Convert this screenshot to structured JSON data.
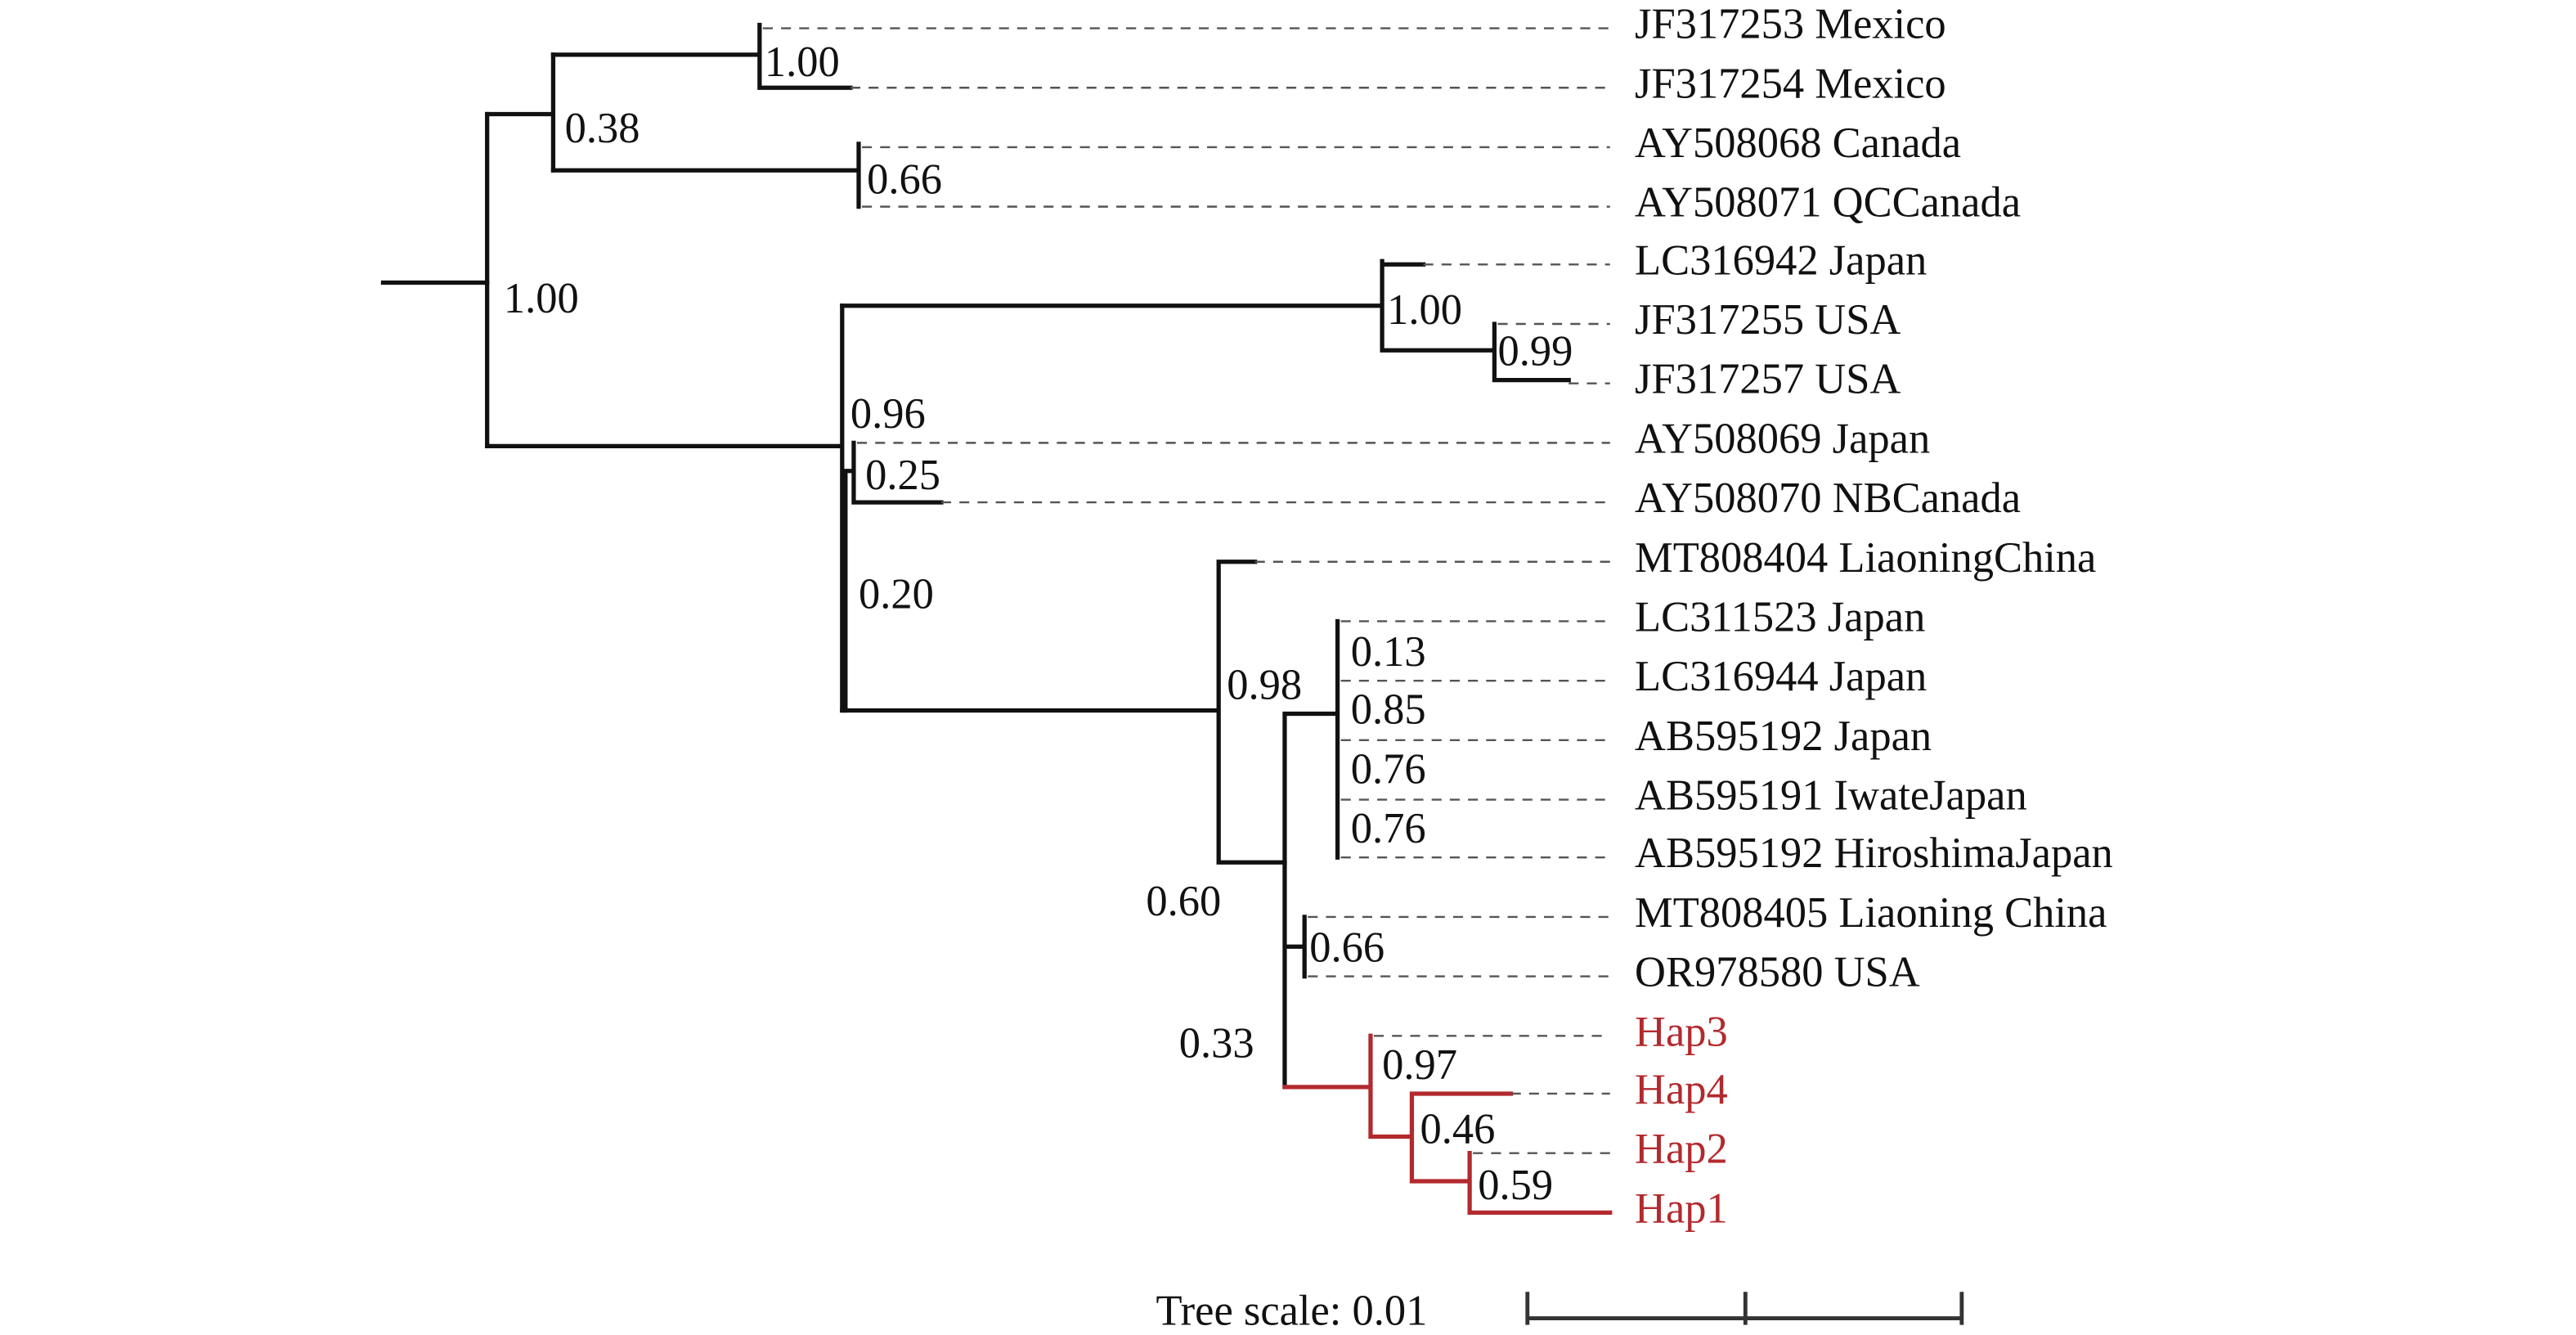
{
  "tree": {
    "taxa": [
      "JF317253 Mexico",
      "JF317254 Mexico",
      "AY508068 Canada",
      "AY508071 QCCanada",
      "LC316942 Japan",
      "JF317255 USA",
      "JF317257 USA",
      "AY508069 Japan",
      "AY508070 NBCanada",
      "MT808404 LiaoningChina",
      "LC311523 Japan",
      "LC316944 Japan",
      "AB595192 Japan",
      "AB595191 IwateJapan",
      "AB595192 HiroshimaJapan",
      "MT808405 Liaoning China",
      "OR978580 USA",
      "Hap3",
      "Hap4",
      "Hap2",
      "Hap1"
    ],
    "support": {
      "root": "1.00",
      "mexico": "1.00",
      "north_clade": "0.38",
      "canada": "0.66",
      "japan_usa": "1.00",
      "usa": "0.99",
      "n096": "0.96",
      "n025": "0.25",
      "n020": "0.20",
      "n098": "0.98",
      "n013": "0.13",
      "n085": "0.85",
      "n076a": "0.76",
      "n076b": "0.76",
      "n060": "0.60",
      "n066": "0.66",
      "n033": "0.33",
      "n097": "0.97",
      "n046": "0.46",
      "n059": "0.59"
    },
    "highlight_color": "#b22a2e",
    "scale_label": "Tree scale: 0.01"
  }
}
